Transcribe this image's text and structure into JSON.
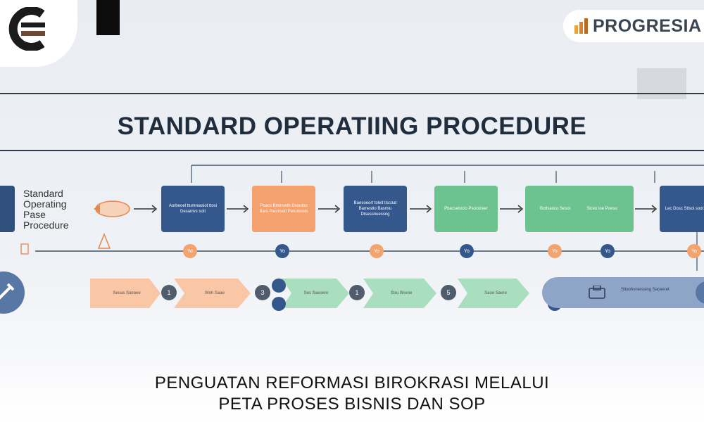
{
  "brand": {
    "name": "PROGRESIA"
  },
  "diagram": {
    "title": "STANDARD OPERATIING PROCEDURE",
    "side_label": [
      "Standard",
      "Operating",
      "Pase",
      "Procedure"
    ],
    "cards": [
      {
        "text": "Aorbeoel ttumreasiot ttosi Desanivs sott"
      },
      {
        "text": "Poacs Bmirowth Dsoutoo Bars Pacmsstt Peromosts"
      },
      {
        "text": "Baesoeort toleit tiscoat Bamestlo Basmiu Dtsessnuessng"
      },
      {
        "text": "Pbacsetoclo Psocoreer"
      },
      {
        "text": "Botlsaoco Sesoiut"
      },
      {
        "text": "Slceo loe Poesu"
      },
      {
        "text": "Lec Dosc Stlsoi soot"
      }
    ],
    "chevrons": [
      {
        "text": "Seoas Saeaee"
      },
      {
        "text": "Woh Saae"
      },
      {
        "text": "Ses Saeoere"
      },
      {
        "text": "Stxu Bneoe"
      },
      {
        "text": "Saoe Saere"
      }
    ],
    "numbers": [
      "1",
      "3",
      "1",
      "5"
    ],
    "final_bar": {
      "text": "Sttaohvnerssing Saceeret"
    }
  },
  "footer": {
    "line1": "PENGUATAN REFORMASI BIROKRASI MELALUI",
    "line2": "PETA PROSES BISNIS DAN SOP"
  },
  "colors": {
    "blue": "#34578c",
    "orange": "#f3a16e",
    "green": "#6cc38f",
    "dark": "#1f2d3d"
  }
}
